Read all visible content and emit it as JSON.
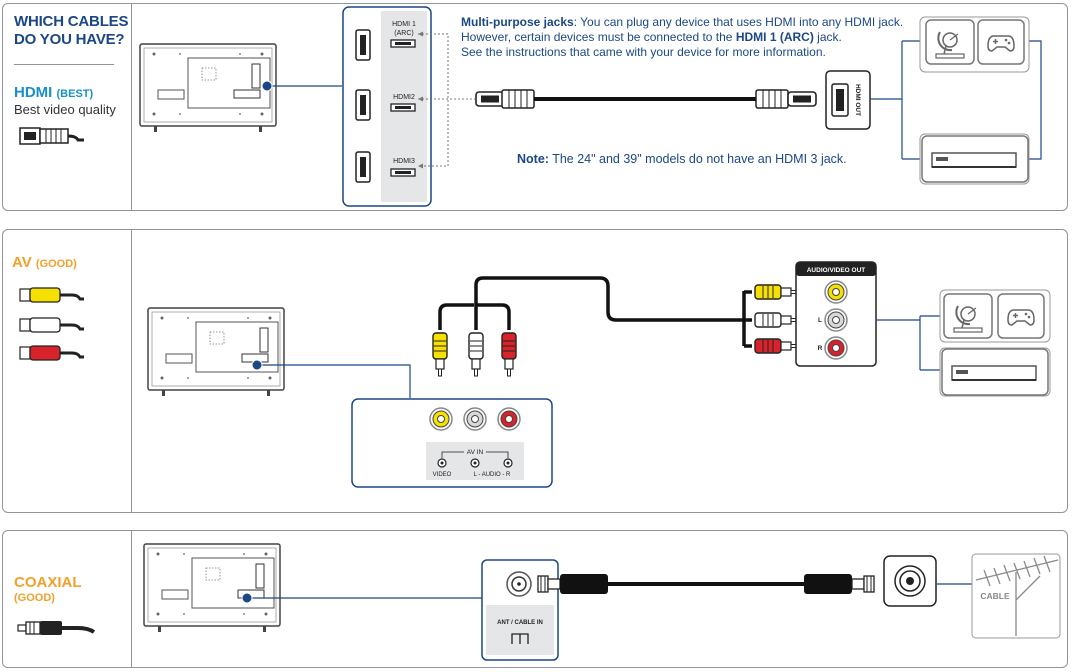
{
  "hdmi_section": {
    "heading_line1": "WHICH CABLES",
    "heading_line2": "DO YOU HAVE?",
    "cable_name": "HDMI",
    "rating": "(BEST)",
    "description": "Best video quality",
    "jacks": [
      "HDMI 1",
      "(ARC)",
      "HDMI2",
      "HDMI3"
    ],
    "note_bold": "Multi-purpose jacks",
    "note_line1": ": You can plug any device that uses HDMI into any HDMI jack.",
    "note_line2_a": "However, certain devices must be connected to the ",
    "note_line2_b": "HDMI 1 (ARC)",
    "note_line2_c": " jack.",
    "note_line3": "See the instructions that came with your device for more information.",
    "model_note_bold": "Note:",
    "model_note": " The 24\" and 39\" models do not have an HDMI 3 jack.",
    "device_port": "HDMI OUT"
  },
  "av_section": {
    "cable_name": "AV",
    "rating": "(GOOD)",
    "panel_title": "AV IN",
    "label_video": "VIDEO",
    "label_audio": "L - AUDIO - R",
    "device_panel_title": "AUDIO/VIDEO OUT",
    "label_l": "L",
    "label_r": "R"
  },
  "coax_section": {
    "cable_name": "COAXIAL",
    "rating": "(GOOD)",
    "jack_label": "ANT / CABLE IN",
    "source_label": "CABLE"
  },
  "colors": {
    "navy": "#1b4785",
    "cyan": "#1b8fc8",
    "orange": "#f2a02a",
    "rca_yellow": "#f5e000",
    "rca_red": "#d8232a",
    "border": "#8e959c"
  }
}
